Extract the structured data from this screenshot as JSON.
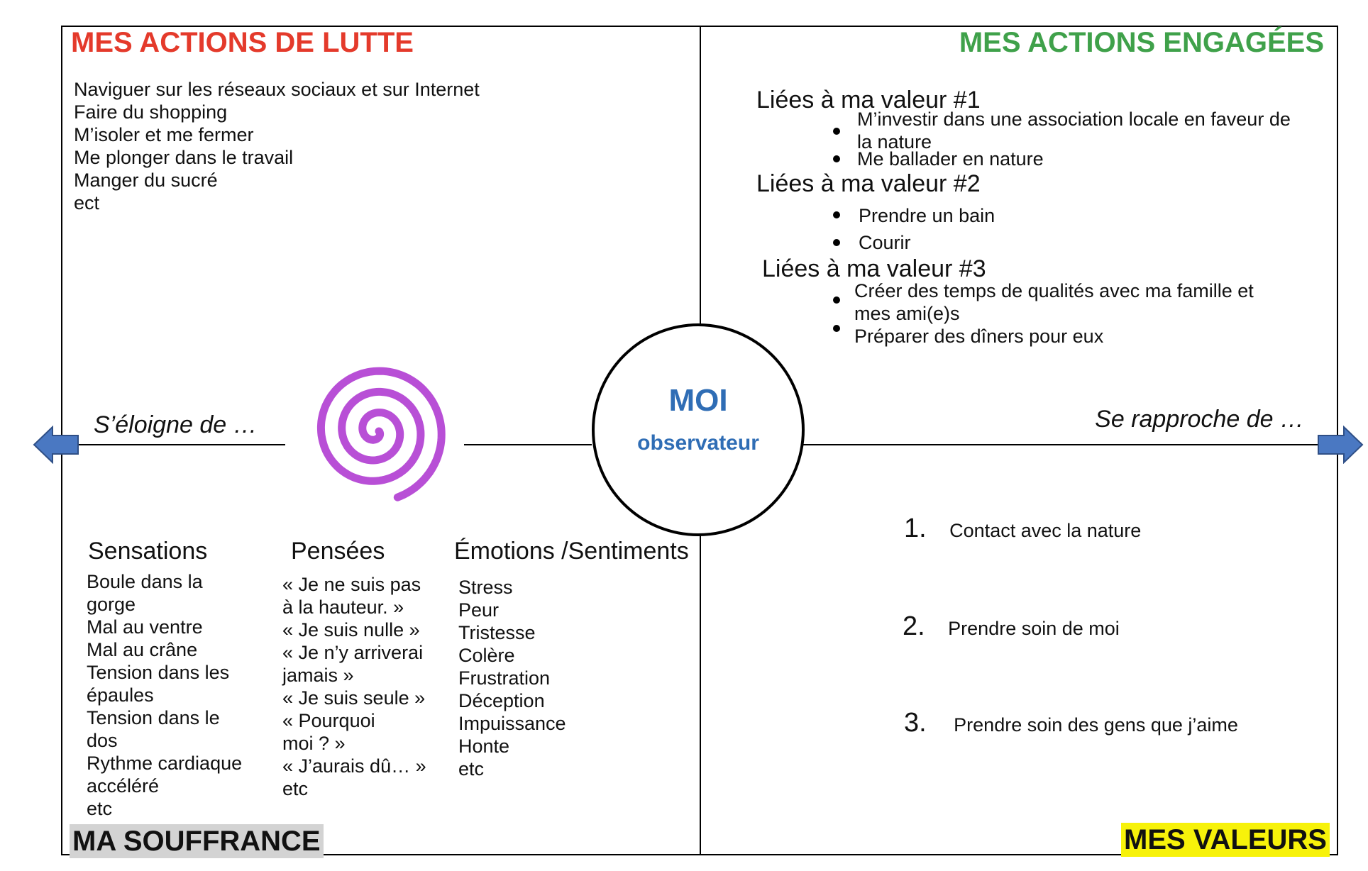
{
  "colors": {
    "lutte": "#e43a2b",
    "engagees": "#3fa14a",
    "moi": "#2f6db5",
    "spiral": "#b84fd6",
    "arrow": "#4a78c2",
    "souffrance_bg": "#d3d3d3",
    "valeurs_bg": "#f7f20a"
  },
  "titles": {
    "lutte": "MES ACTIONS DE LUTTE",
    "engagees": "MES ACTIONS ENGAGÉES"
  },
  "lutte_items": [
    "Naviguer sur les réseaux sociaux et sur Internet",
    "Faire du shopping",
    "M’isoler et me fermer",
    "Me plonger dans le travail",
    "Manger du sucré",
    "ect"
  ],
  "engagees": {
    "v1_heading": "Liées à ma valeur #1",
    "v1_item1_line1": "M’investir dans une association locale en faveur de",
    "v1_item1_line2": "la nature",
    "v1_item2": "Me ballader en nature",
    "v2_heading": "Liées à ma valeur #2",
    "v2_item1": "Prendre un bain",
    "v2_item2": "Courir",
    "v3_heading": "Liées à ma valeur #3",
    "v3_item1_line1": "Créer des temps de qualités avec ma famille et",
    "v3_item1_line2": "mes ami(e)s",
    "v3_item2": "Préparer des dîners pour eux"
  },
  "axis": {
    "left_label": "S’éloigne de …",
    "right_label": "Se rapproche de …"
  },
  "center": {
    "main": "MOI",
    "sub": "observateur"
  },
  "sensations": {
    "heading": "Sensations",
    "lines": [
      "Boule dans la",
      "gorge",
      "Mal au ventre",
      "Mal au crâne",
      "Tension dans les",
      "épaules",
      "Tension dans le",
      "dos",
      "Rythme cardiaque",
      "accéléré",
      "etc"
    ]
  },
  "pensees": {
    "heading": "Pensées",
    "lines": [
      "« Je ne suis pas",
      "à la hauteur. »",
      "« Je suis nulle »",
      "« Je n’y arriverai",
      "jamais »",
      "« Je suis seule »",
      "« Pourquoi",
      "moi ? »",
      "« J’aurais dû… »",
      "etc"
    ]
  },
  "emotions": {
    "heading": "Émotions /Sentiments",
    "lines": [
      "Stress",
      "Peur",
      "Tristesse",
      "Colère",
      "Frustration",
      "Déception",
      "Impuissance",
      "Honte",
      "etc"
    ]
  },
  "valeurs": [
    {
      "n": "1.",
      "text": "Contact avec la nature"
    },
    {
      "n": "2.",
      "text": "Prendre soin de moi"
    },
    {
      "n": "3.",
      "text": "Prendre soin des gens que j’aime"
    }
  ],
  "labels": {
    "souffrance": "MA SOUFFRANCE",
    "valeurs": "MES VALEURS"
  }
}
